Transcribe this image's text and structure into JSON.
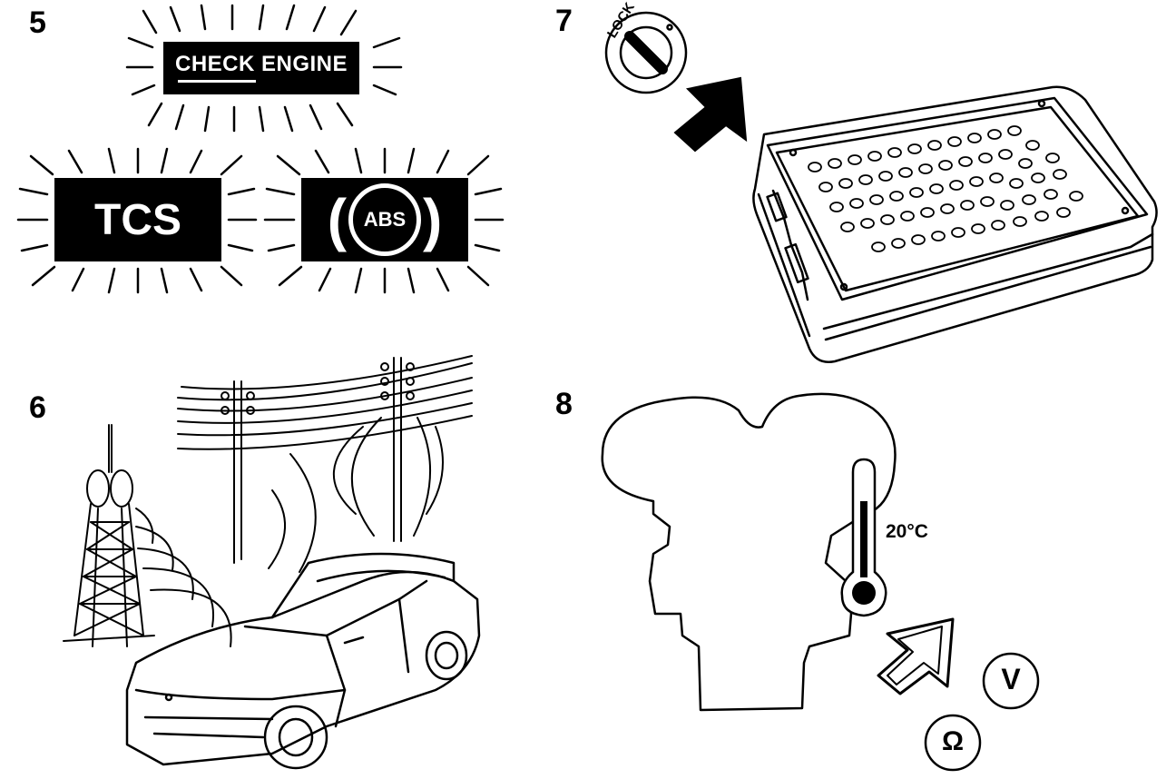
{
  "panels": {
    "p5": {
      "number": "5"
    },
    "p6": {
      "number": "6"
    },
    "p7": {
      "number": "7"
    },
    "p8": {
      "number": "8"
    }
  },
  "lamps": {
    "check_engine": "CHECK ENGINE",
    "tcs": "TCS",
    "abs": "ABS"
  },
  "ignition": {
    "lock_label": "LOCK"
  },
  "engine": {
    "temperature": "20°C"
  },
  "meter": {
    "volt_symbol": "V",
    "ohm_symbol": "Ω"
  }
}
